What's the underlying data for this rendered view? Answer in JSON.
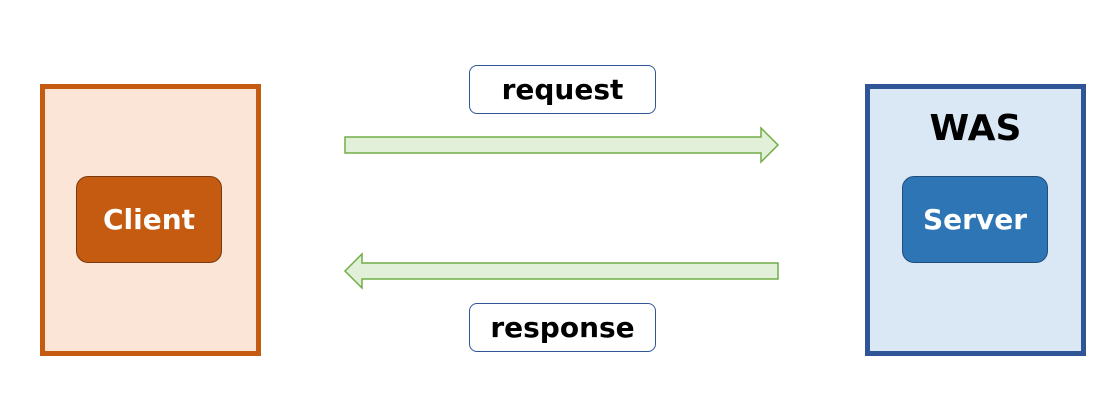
{
  "client": {
    "label": "Client"
  },
  "was": {
    "title": "WAS",
    "server_label": "Server"
  },
  "arrows": {
    "request_label": "request",
    "response_label": "response"
  },
  "colors": {
    "client_border": "#c55a11",
    "client_fill": "#fbe5d6",
    "client_button": "#c55a11",
    "was_border": "#2f5597",
    "was_fill": "#dae8f6",
    "server_button": "#2e75b6",
    "arrow_fill": "#e2f0d9",
    "arrow_stroke": "#70ad47"
  }
}
